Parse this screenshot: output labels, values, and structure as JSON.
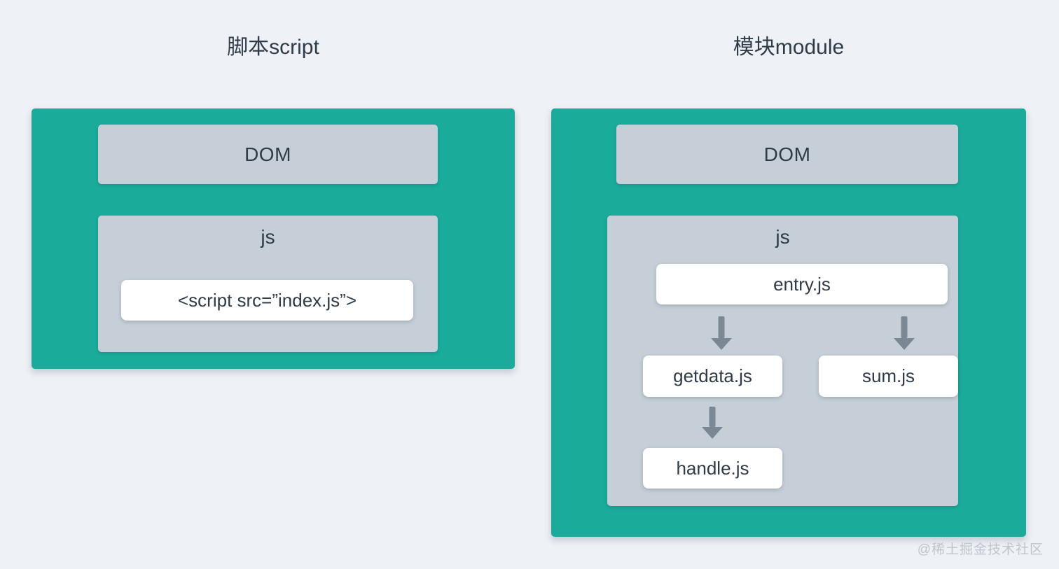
{
  "colors": {
    "background": "#eef1f6",
    "teal": "#1aab9b",
    "gray_box": "#c6cfd8",
    "white_box": "#ffffff",
    "text_dark": "#2f3b47",
    "arrow": "#7b8792",
    "watermark": "#bfc5cc"
  },
  "left_section": {
    "title": "脚本script",
    "dom_label": "DOM",
    "js_label": "js",
    "script_tag": "<script src=”index.js”>"
  },
  "right_section": {
    "title": "模块module",
    "dom_label": "DOM",
    "js_label": "js",
    "entry_module": "entry.js",
    "getdata_module": "getdata.js",
    "sum_module": "sum.js",
    "handle_module": "handle.js"
  },
  "icons": {
    "arrow_down": "arrow-down-icon"
  },
  "watermark": "@稀土掘金技术社区"
}
